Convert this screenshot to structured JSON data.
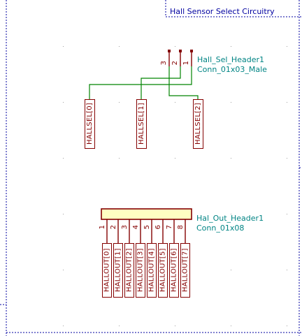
{
  "sheet": {
    "title": "Hall Sensor Select Circuitry"
  },
  "colors": {
    "wire": "#008400",
    "component": "#840000",
    "reference": "#008484",
    "border": "#0000a0",
    "body_fill": "#ffffc2"
  },
  "components": {
    "hall_sel_header": {
      "reference": "Hall_Sel_Header1",
      "value": "Conn_01x03_Male",
      "pins": [
        "3",
        "2",
        "1"
      ]
    },
    "hal_out_header": {
      "reference": "Hal_Out_Header1",
      "value": "Conn_01x08",
      "pins": [
        "1",
        "2",
        "3",
        "4",
        "5",
        "6",
        "7",
        "8"
      ]
    }
  },
  "labels": {
    "hallsel": [
      "HALLSEL[0]",
      "HALLSEL[1]",
      "HALLSEL[2]"
    ],
    "hallout": [
      "HALLOUT[0]",
      "HALLOUT[1]",
      "HALLOUT[2]",
      "HALLOUT[3]",
      "HALLOUT[4]",
      "HALLOUT[5]",
      "HALLOUT[6]",
      "HALLOUT[7]"
    ]
  }
}
